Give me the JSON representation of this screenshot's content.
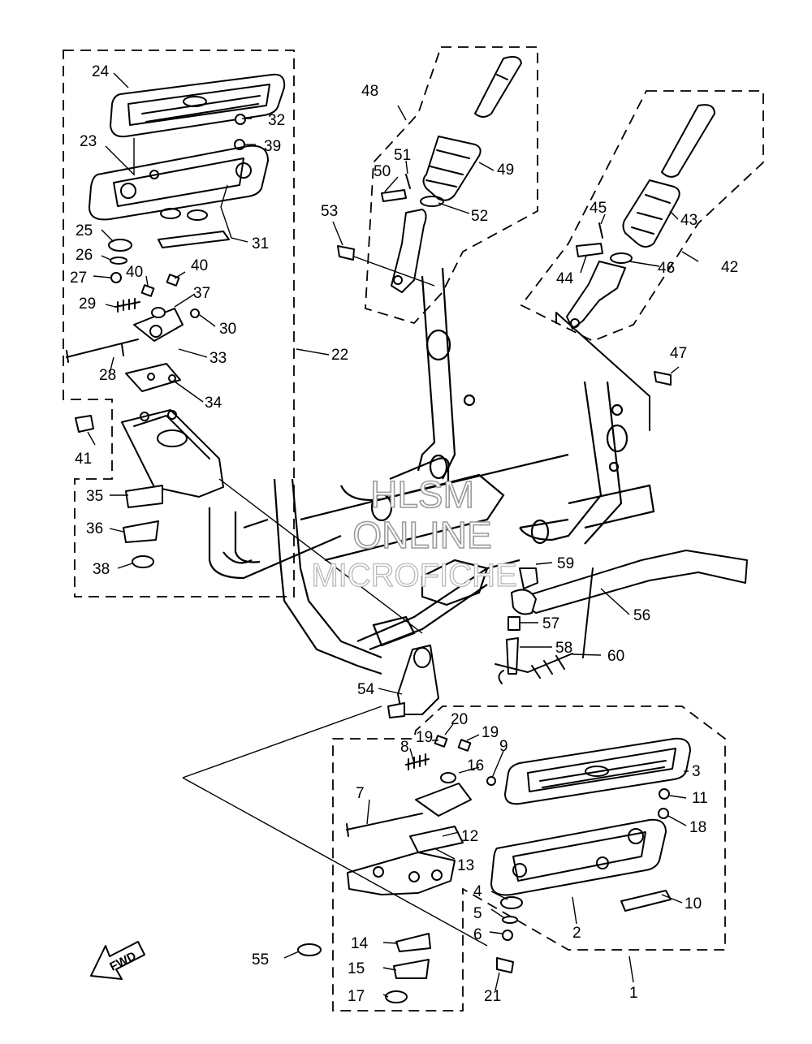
{
  "callouts": {
    "c1": "1",
    "c2": "2",
    "c3": "3",
    "c4": "4",
    "c5": "5",
    "c6": "6",
    "c7": "7",
    "c8": "8",
    "c9": "9",
    "c10": "10",
    "c11": "11",
    "c12": "12",
    "c13": "13",
    "c14": "14",
    "c15": "15",
    "c16": "16",
    "c17": "17",
    "c18": "18",
    "c19": "19",
    "c20": "20",
    "c21": "21",
    "c22": "22",
    "c23": "23",
    "c24": "24",
    "c25": "25",
    "c26": "26",
    "c27": "27",
    "c28": "28",
    "c29": "29",
    "c30": "30",
    "c31": "31",
    "c32": "32",
    "c33": "33",
    "c34": "34",
    "c35": "35",
    "c36": "36",
    "c37": "37",
    "c38": "38",
    "c39": "39",
    "c40": "40",
    "c41": "41",
    "c42": "42",
    "c43": "43",
    "c44": "44",
    "c45": "45",
    "c46": "46",
    "c47": "47",
    "c48": "48",
    "c49": "49",
    "c50": "50",
    "c51": "51",
    "c52": "52",
    "c53": "53",
    "c54": "54",
    "c55": "55",
    "c56": "56",
    "c57": "57",
    "c58": "58",
    "c59": "59",
    "c60": "60"
  },
  "watermark": {
    "line1": "HLSM",
    "line2": "ONLINE",
    "line3": "MICROFICHE"
  },
  "fwd_label": "FWD"
}
